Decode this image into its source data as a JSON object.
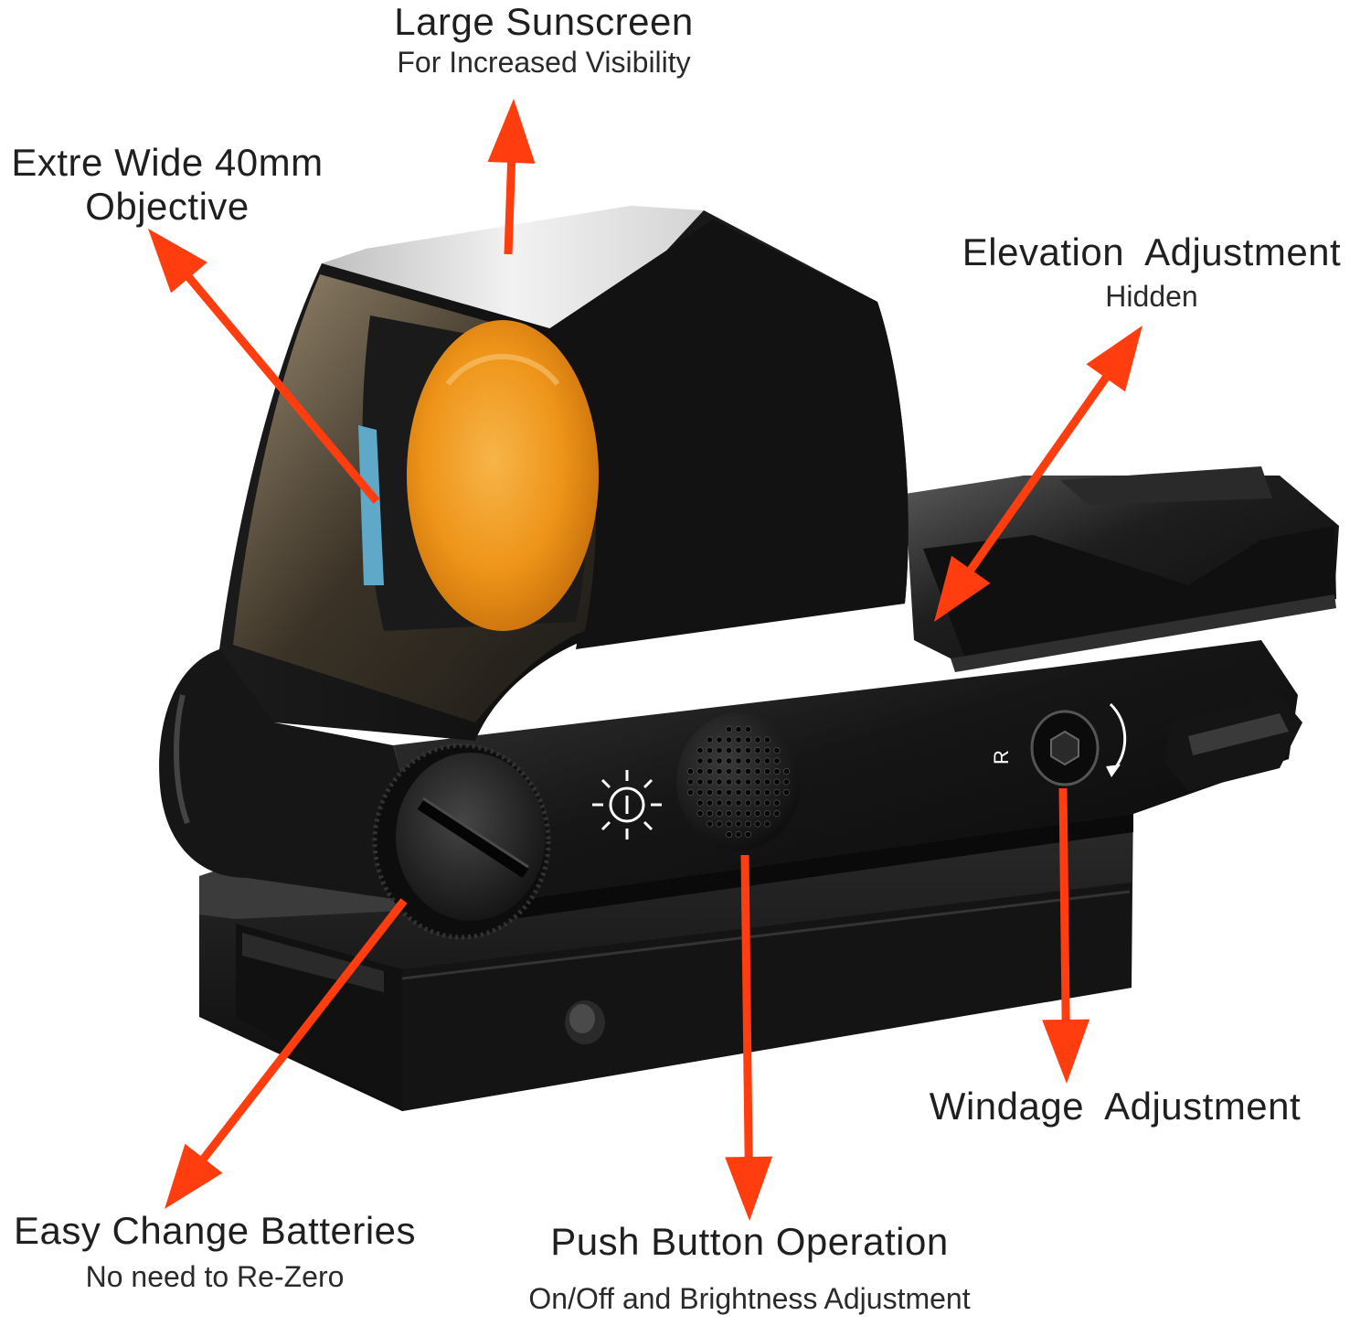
{
  "colors": {
    "arrow": "#ff3d0f",
    "body": "#141414",
    "lens": "#f29a1e",
    "text": "#222222",
    "background": "#ffffff"
  },
  "callouts": {
    "sunscreen": {
      "title": "Large Sunscreen",
      "subtitle": "For Increased Visibility"
    },
    "objective": {
      "line1": "Extre Wide 40mm",
      "line2": "Objective"
    },
    "elevation": {
      "title": "Elevation  Adjustment",
      "subtitle": "Hidden"
    },
    "windage": {
      "title": "Windage  Adjustment"
    },
    "batteries": {
      "title": "Easy Change Batteries",
      "subtitle": "No need to Re-Zero"
    },
    "push_button": {
      "title": "Push Button Operation",
      "subtitle": "On/Off and Brightness Adjustment"
    }
  },
  "device": {
    "windage_marker": "R"
  }
}
